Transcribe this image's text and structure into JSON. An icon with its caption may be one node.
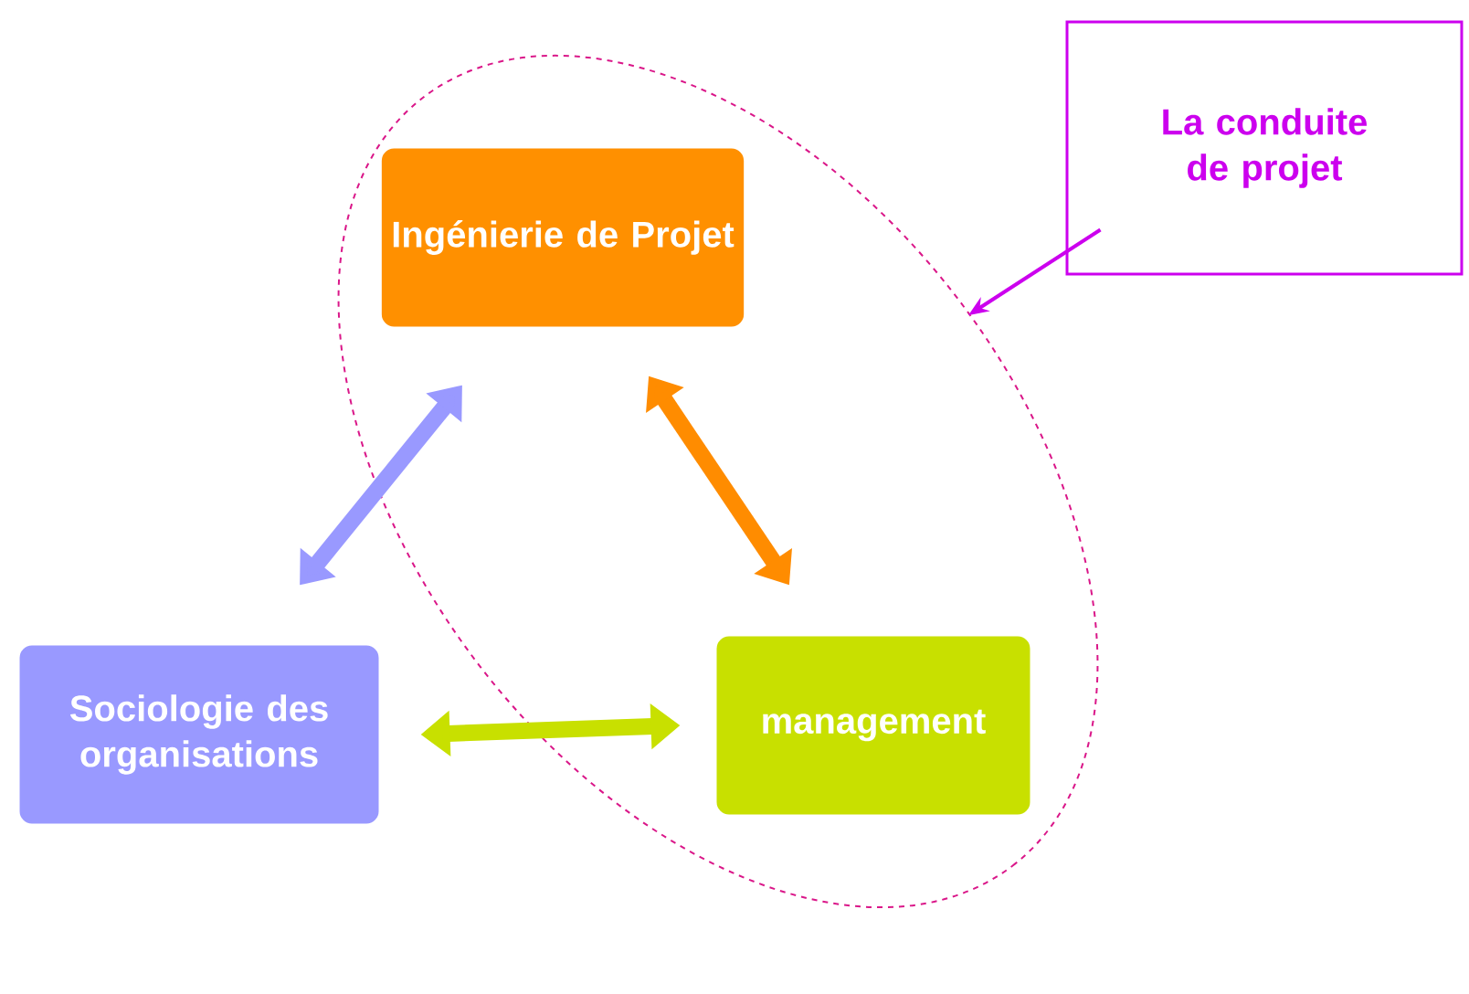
{
  "diagram": {
    "nodes": [
      {
        "text": [],
        "shape": "ellipse"
      },
      {
        "text": [
          "Ingénierie de Projet"
        ],
        "in": 0
      },
      {
        "text": [
          "Sociologie des organisations"
        ]
      },
      {
        "text": [
          "management"
        ],
        "in": 0
      },
      {
        "text": [
          "La conduite de projet"
        ]
      }
    ],
    "edges": [
      {
        "from": 1,
        "to": 2,
        "arrow": "both",
        "color": "#9999ff"
      },
      {
        "from": 1,
        "to": 3,
        "arrow": "both",
        "color": "#ff8c00"
      },
      {
        "from": 2,
        "to": 3,
        "arrow": "both",
        "color": "#c8e000"
      },
      {
        "from": 4,
        "to": 0,
        "arrow": "to",
        "color": "#cc00ee"
      }
    ]
  }
}
